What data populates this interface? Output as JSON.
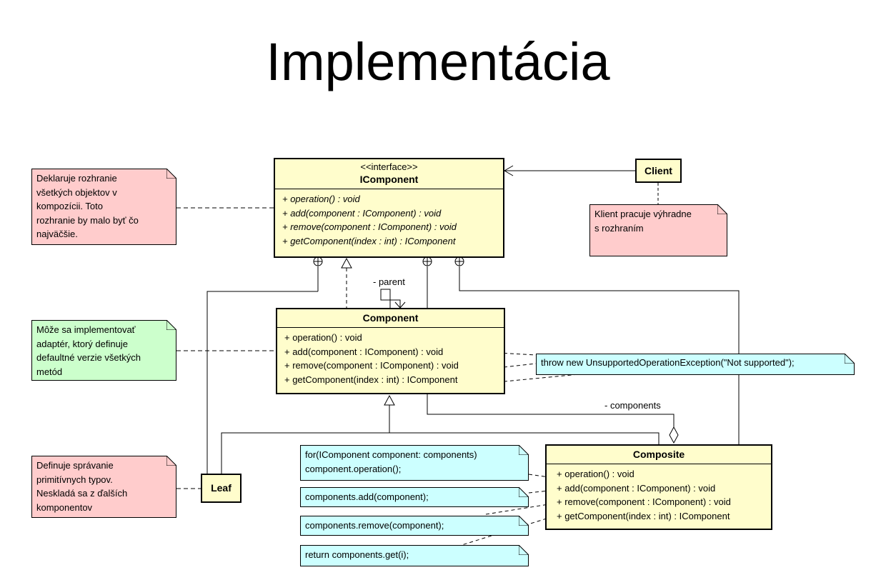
{
  "title": "Implementácia",
  "icomponent": {
    "stereotype": "<<interface>>",
    "name": "IComponent",
    "methods": [
      "+ operation() : void",
      "+ add(component : IComponent) : void",
      "+ remove(component : IComponent) : void",
      "+ getComponent(index : int) : IComponent"
    ]
  },
  "component": {
    "name": "Component",
    "methods": [
      "+ operation() : void",
      "+ add(component : IComponent) : void",
      "+ remove(component : IComponent) : void",
      "+ getComponent(index : int) : IComponent"
    ]
  },
  "composite": {
    "name": "Composite",
    "methods": [
      "+ operation() : void",
      "+ add(component : IComponent) : void",
      "+ remove(component : IComponent) : void",
      "+ getComponent(index : int) : IComponent"
    ]
  },
  "client": {
    "name": "Client"
  },
  "leaf": {
    "name": "Leaf"
  },
  "labels": {
    "parent": "- parent",
    "components": "- components"
  },
  "notes": {
    "icomponent": "Deklaruje rozhranie\nvšetkých objektov v\nkompozícii. Toto\nrozhranie by malo byť čo\nnajväčšie.",
    "client": "Klient pracuje výhradne\ns rozhraním",
    "component": "Môže sa implementovať\nadaptér, ktorý definuje\ndefaultné verzie všetkých\nmetód",
    "exception": "throw new UnsupportedOperationException(\"Not supported\");",
    "leaf": "Definuje správanie\nprimitívnych typov.\nNeskladá sa z ďalších\nkomponentov",
    "operation": "for(IComponent component: components)\n  component.operation();",
    "add": "components.add(component);",
    "remove": "components.remove(component);",
    "get": "return components.get(i);"
  }
}
